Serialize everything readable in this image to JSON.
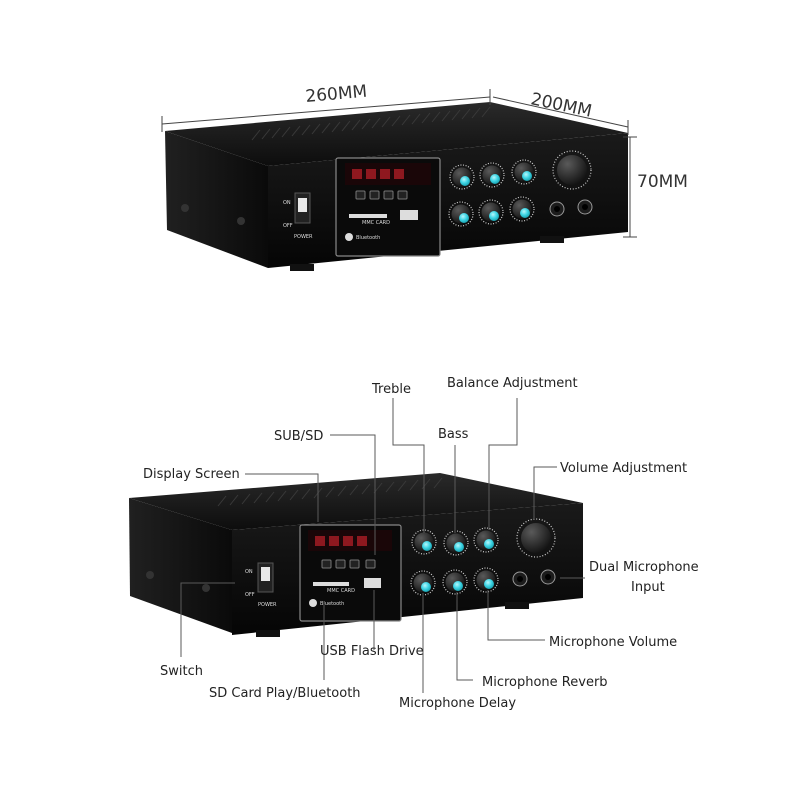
{
  "dimensions": {
    "width": "260MM",
    "depth": "200MM",
    "height": "70MM"
  },
  "device_text": {
    "power": "POWER",
    "on": "ON",
    "off": "OFF",
    "card": "MMC CARD",
    "bluetooth": "Bluetooth"
  },
  "callouts": {
    "treble": "Treble",
    "balance": "Balance Adjustment",
    "bass": "Bass",
    "sub_sd": "SUB/SD",
    "display": "Display Screen",
    "volume": "Volume Adjustment",
    "dual_mic_line1": "Dual Microphone",
    "dual_mic_line2": "Input",
    "mic_volume": "Microphone Volume",
    "switch": "Switch",
    "usb": "USB Flash Drive",
    "mic_reverb": "Microphone Reverb",
    "sd_bt": "SD Card Play/Bluetooth",
    "mic_delay": "Microphone Delay"
  },
  "colors": {
    "body": "#121212",
    "knob_cap": "#3fd6e6",
    "display_red": "#c0202a"
  }
}
